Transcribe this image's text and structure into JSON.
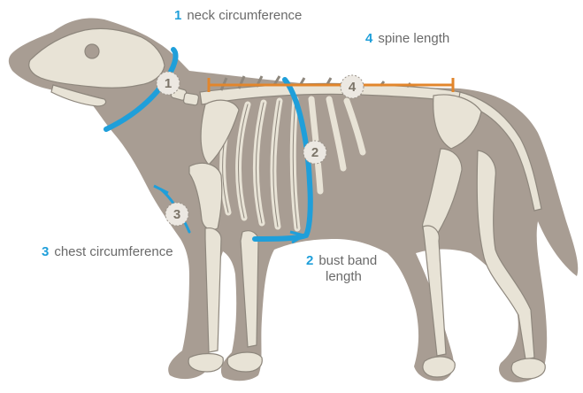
{
  "labels": {
    "neck": {
      "num": "1",
      "text": "neck circumference"
    },
    "bust": {
      "num": "2",
      "line1": "bust band",
      "line2": "length"
    },
    "chest": {
      "num": "3",
      "text": "chest circumference"
    },
    "spine": {
      "num": "4",
      "text": "spine length"
    }
  },
  "markers": [
    "1",
    "2",
    "3",
    "4"
  ],
  "colors": {
    "accent_blue": "#1f9fda",
    "accent_orange": "#e2862c",
    "silhouette": "#a89d93",
    "bone": "#e8e3d6",
    "text_gray": "#6a6a6a"
  },
  "icons": [
    "dog-silhouette-icon",
    "dog-skeleton-icon"
  ]
}
